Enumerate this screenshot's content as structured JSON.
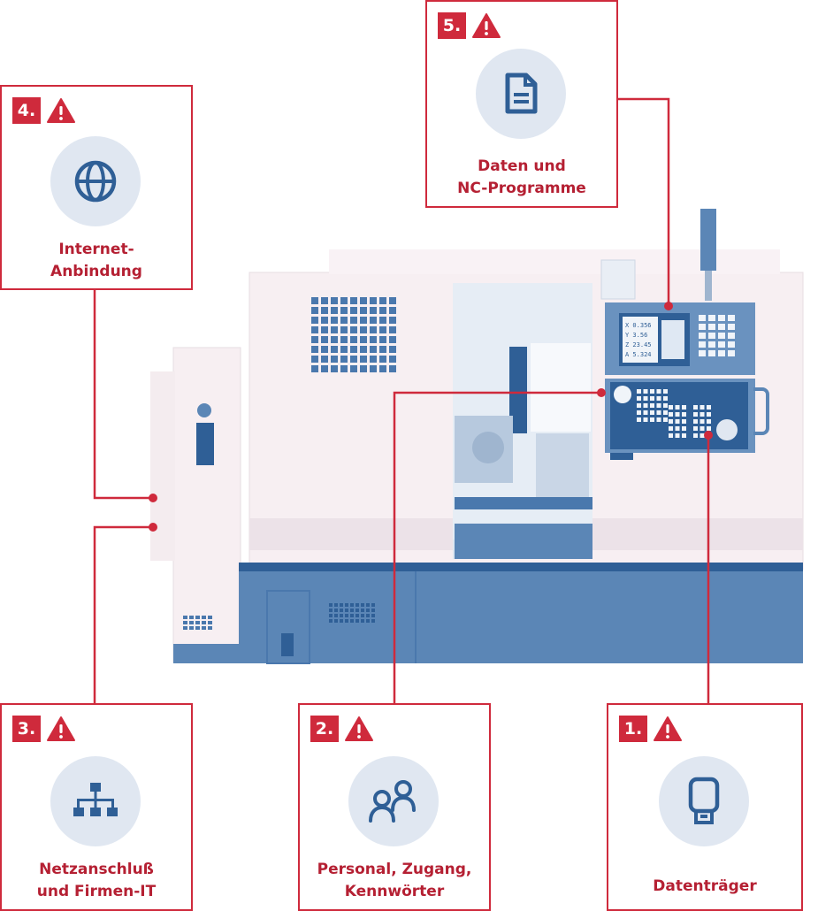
{
  "colors": {
    "accent": "#cf2a3c",
    "label_text": "#b52033",
    "icon": "#2f5f96",
    "icon_bg": "#e0e7f1",
    "machine_body": "#f7eff2",
    "machine_blue": "#5b86b6"
  },
  "boxes": [
    {
      "number": "5.",
      "icon": "document-icon",
      "label_lines": [
        "Daten und",
        "NC-Programme"
      ]
    },
    {
      "number": "4.",
      "icon": "globe-icon",
      "label_lines": [
        "Internet-",
        "Anbindung"
      ]
    },
    {
      "number": "3.",
      "icon": "network-hierarchy-icon",
      "label_lines": [
        "Netzanschluß",
        "und Firmen-IT"
      ]
    },
    {
      "number": "2.",
      "icon": "people-icon",
      "label_lines": [
        "Personal, Zugang,",
        "Kennwörter"
      ]
    },
    {
      "number": "1.",
      "icon": "usb-stick-icon",
      "label_lines": [
        "Datenträger"
      ]
    }
  ],
  "screen_readout": [
    "X  0.356",
    "Y  3.56",
    "Z  23.45",
    "A  5.324"
  ]
}
